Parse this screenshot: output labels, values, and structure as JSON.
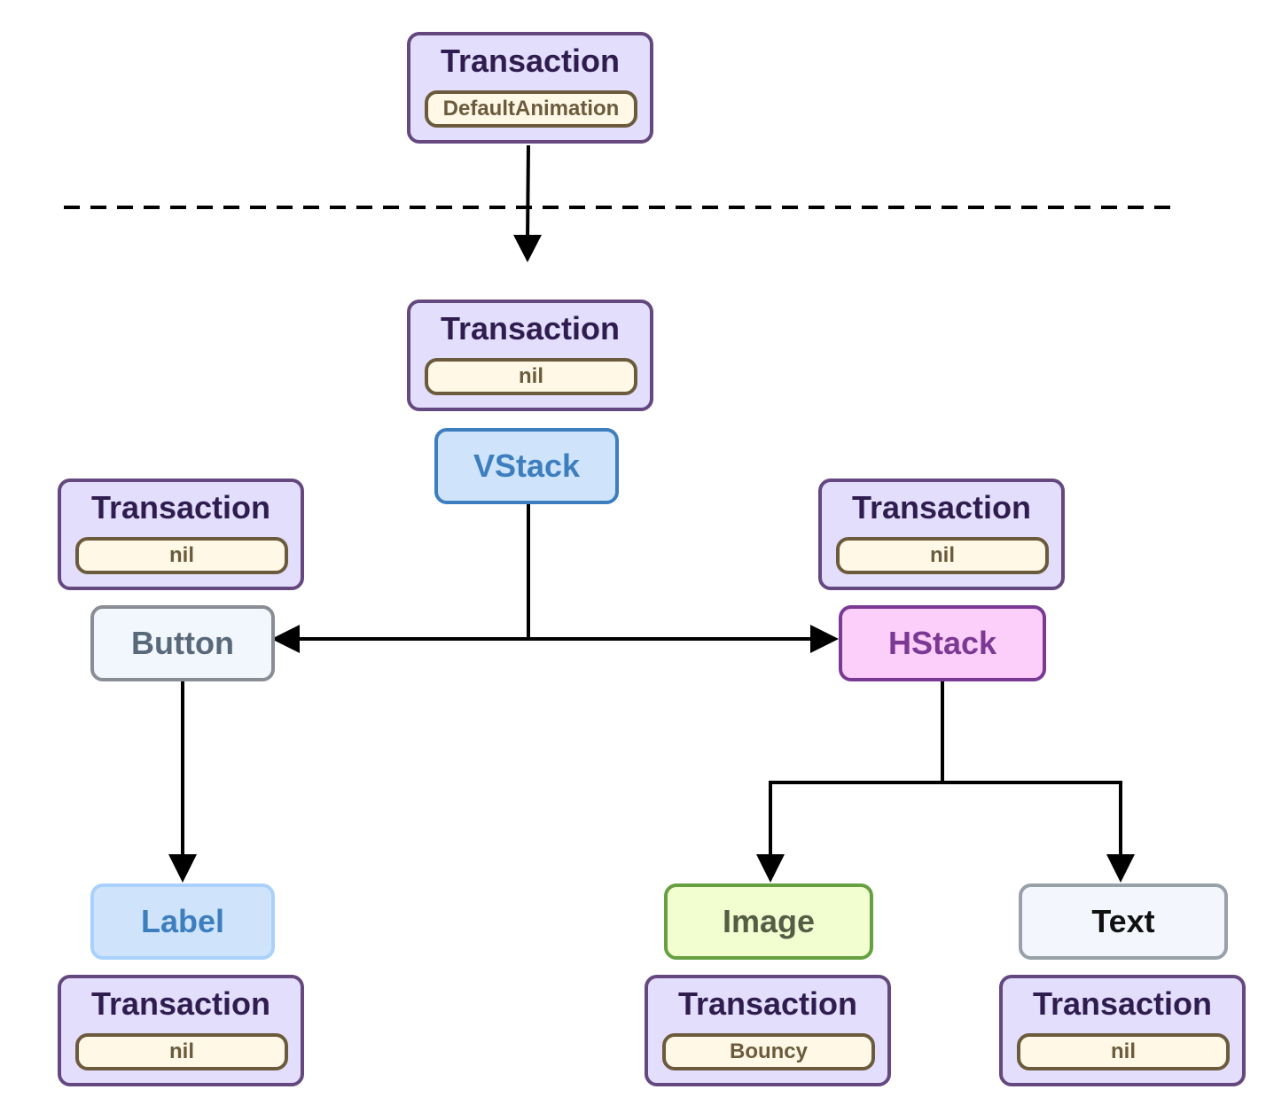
{
  "global_transaction": {
    "title": "Transaction",
    "value": "DefaultAnimation"
  },
  "views": {
    "vstack": {
      "label": "VStack",
      "transaction": {
        "title": "Transaction",
        "value": "nil"
      }
    },
    "button": {
      "label": "Button",
      "transaction": {
        "title": "Transaction",
        "value": "nil"
      }
    },
    "hstack": {
      "label": "HStack",
      "transaction": {
        "title": "Transaction",
        "value": "nil"
      }
    },
    "label": {
      "label": "Label",
      "transaction": {
        "title": "Transaction",
        "value": "nil"
      }
    },
    "image": {
      "label": "Image",
      "transaction": {
        "title": "Transaction",
        "value": "Bouncy"
      }
    },
    "text": {
      "label": "Text",
      "transaction": {
        "title": "Transaction",
        "value": "nil"
      }
    }
  },
  "edges": [
    [
      "global_transaction",
      "vstack"
    ],
    [
      "vstack",
      "button"
    ],
    [
      "vstack",
      "hstack"
    ],
    [
      "button",
      "label"
    ],
    [
      "hstack",
      "image"
    ],
    [
      "hstack",
      "text"
    ]
  ],
  "colors": {
    "transaction_fill": "#e3defc",
    "transaction_border": "#65487f",
    "value_fill": "#fff8e6",
    "value_border": "#6b5b3c",
    "vstack": "#3d7ebe",
    "button": "#888e94",
    "hstack": "#7a3993",
    "label": "#a9d1fb",
    "image": "#66a040",
    "text": "#98a0a8"
  }
}
